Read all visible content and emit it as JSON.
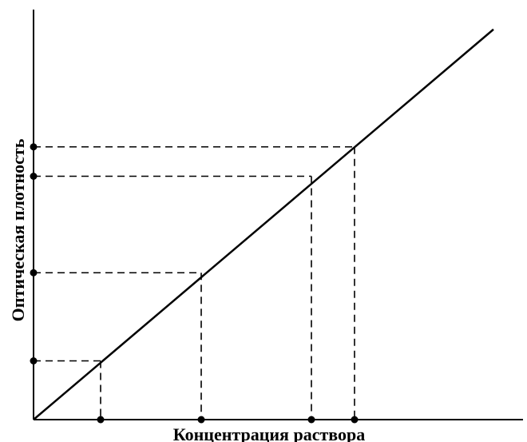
{
  "chart_data": {
    "type": "line",
    "title": "",
    "xlabel": "Концентрация раствора",
    "ylabel": "Оптическая плотность",
    "xlim": [
      0,
      10
    ],
    "ylim": [
      0,
      10
    ],
    "grid": false,
    "legend": "none",
    "tick_labels": false,
    "series": [
      {
        "x": [
          0,
          9.6
        ],
        "y": [
          0,
          9.3
        ]
      }
    ],
    "marked_points": [
      {
        "x": 1.4,
        "y": 1.4
      },
      {
        "x": 3.5,
        "y": 3.5
      },
      {
        "x": 5.8,
        "y": 5.8
      },
      {
        "x": 6.7,
        "y": 6.5
      }
    ],
    "colors": {
      "line": "#000000",
      "axis": "#000000",
      "background": "#ffffff"
    }
  }
}
